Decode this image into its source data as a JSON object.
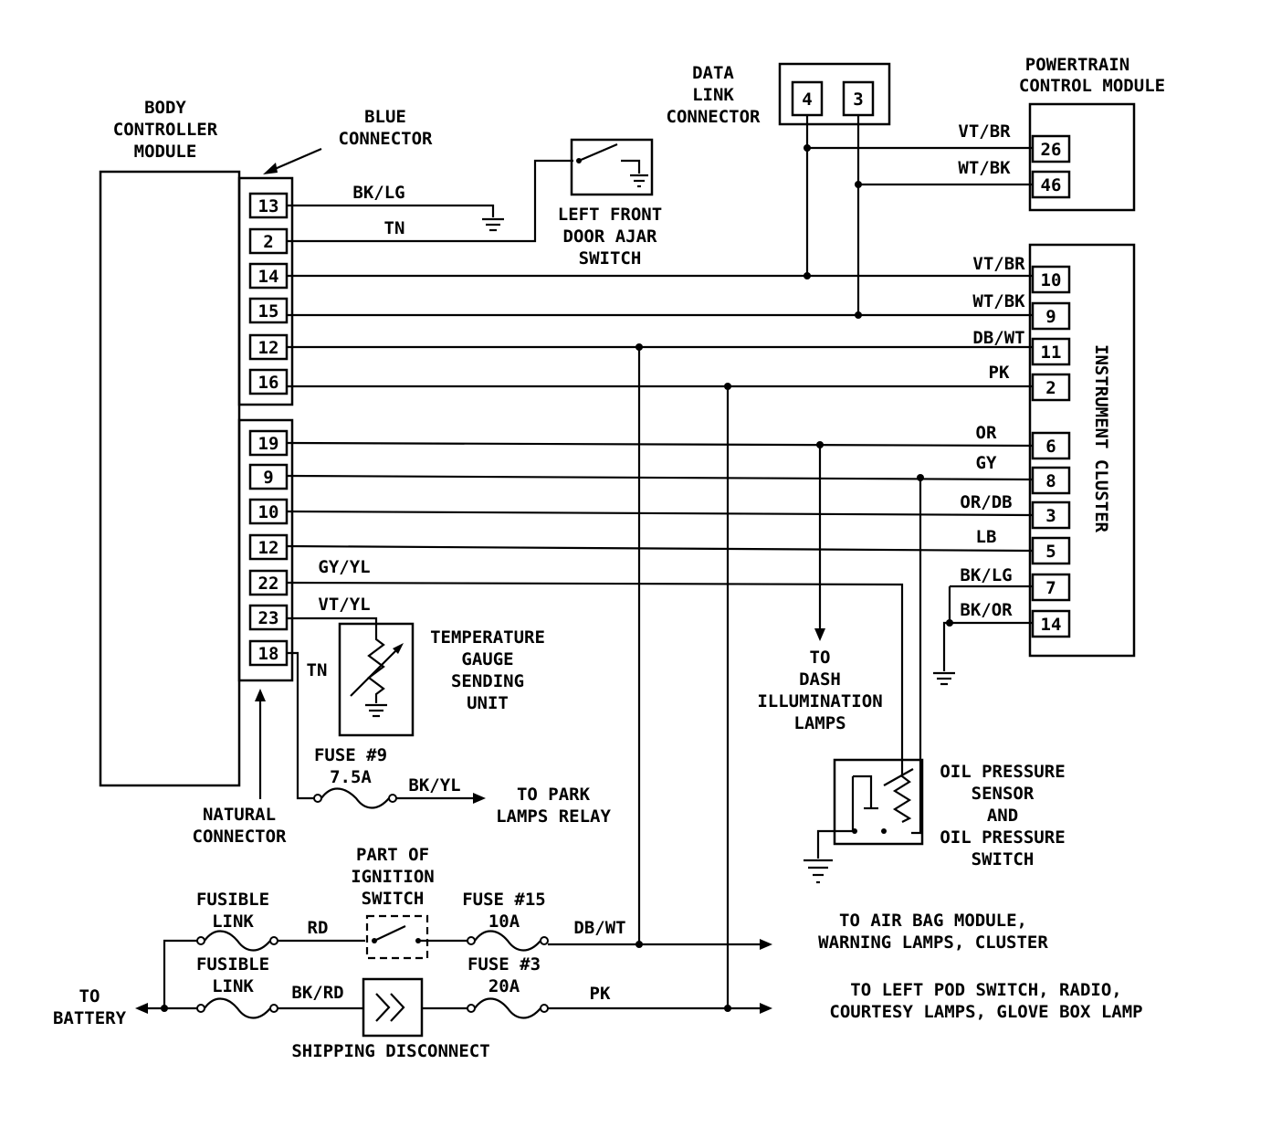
{
  "bcm": {
    "title": [
      "BODY",
      "CONTROLLER",
      "MODULE"
    ]
  },
  "blue_connector": {
    "title": [
      "BLUE",
      "CONNECTOR"
    ],
    "pins": [
      "13",
      "2",
      "14",
      "15",
      "12",
      "16"
    ]
  },
  "natural_connector": {
    "title": [
      "NATURAL",
      "CONNECTOR"
    ],
    "pins": [
      "19",
      "9",
      "10",
      "12",
      "22",
      "23",
      "18"
    ]
  },
  "data_link": {
    "title": [
      "DATA",
      "LINK",
      "CONNECTOR"
    ],
    "pins": [
      "4",
      "3"
    ]
  },
  "pcm": {
    "title": [
      "POWERTRAIN",
      "CONTROL MODULE"
    ],
    "pins": [
      "26",
      "46"
    ],
    "wires": [
      "VT/BR",
      "WT/BK"
    ]
  },
  "cluster": {
    "title": "INSTRUMENT CLUSTER",
    "pins": [
      "10",
      "9",
      "11",
      "2",
      "6",
      "8",
      "3",
      "5",
      "7",
      "14"
    ]
  },
  "wire_labels": {
    "bk_lg": "BK/LG",
    "tn": "TN",
    "vt_br": "VT/BR",
    "wt_bk": "WT/BK",
    "db_wt": "DB/WT",
    "pk": "PK",
    "or": "OR",
    "gy": "GY",
    "or_db": "OR/DB",
    "lb": "LB",
    "bk_lg2": "BK/LG",
    "bk_or": "BK/OR",
    "gy_yl": "GY/YL",
    "vt_yl": "VT/YL",
    "tn2": "TN",
    "bk_yl": "BK/YL",
    "rd": "RD",
    "bk_rd": "BK/RD",
    "db_wt2": "DB/WT",
    "pk2": "PK"
  },
  "door_switch": {
    "title": [
      "LEFT FRONT",
      "DOOR AJAR",
      "SWITCH"
    ]
  },
  "temp_gauge": {
    "title": [
      "TEMPERATURE",
      "GAUGE",
      "SENDING",
      "UNIT"
    ]
  },
  "fuse9": {
    "title": [
      "FUSE #9",
      "7.5A"
    ]
  },
  "park_relay": {
    "title": [
      "TO PARK",
      "LAMPS RELAY"
    ]
  },
  "dash_lamps": {
    "title": [
      "TO",
      "DASH",
      "ILLUMINATION",
      "LAMPS"
    ]
  },
  "oil_sensor": {
    "title": [
      "OIL PRESSURE",
      "SENSOR",
      "AND",
      "OIL PRESSURE",
      "SWITCH"
    ]
  },
  "ignition": {
    "title": [
      "PART OF",
      "IGNITION",
      "SWITCH"
    ]
  },
  "fusible_link1": {
    "title": [
      "FUSIBLE",
      "LINK"
    ]
  },
  "fusible_link2": {
    "title": [
      "FUSIBLE",
      "LINK"
    ]
  },
  "fuse15": {
    "title": [
      "FUSE #15",
      "10A"
    ]
  },
  "fuse3": {
    "title": [
      "FUSE #3",
      "20A"
    ]
  },
  "battery": {
    "title": [
      "TO",
      "BATTERY"
    ]
  },
  "shipping": {
    "title": "SHIPPING DISCONNECT"
  },
  "airbag": {
    "title": [
      "TO AIR BAG MODULE,",
      "WARNING LAMPS, CLUSTER"
    ]
  },
  "pod": {
    "title": [
      "TO LEFT POD SWITCH, RADIO,",
      "COURTESY LAMPS, GLOVE BOX LAMP"
    ]
  }
}
